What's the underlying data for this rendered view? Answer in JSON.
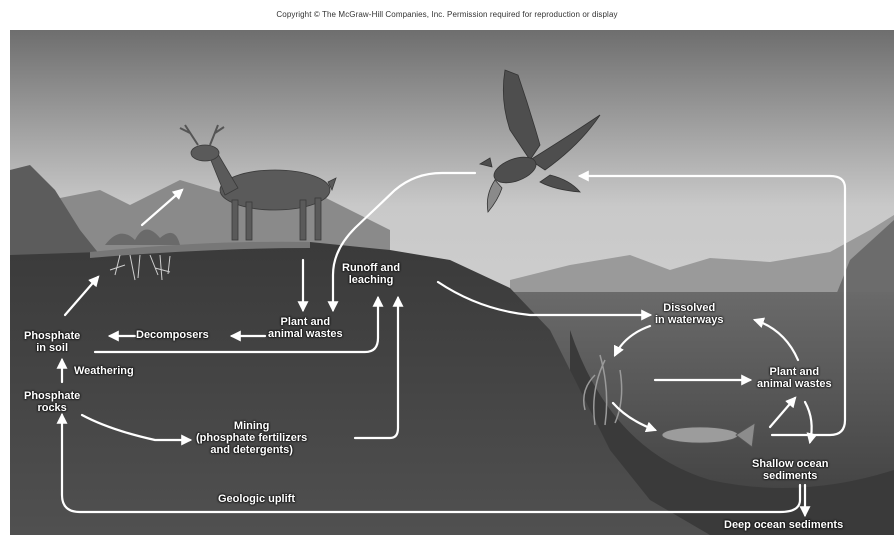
{
  "copyright": "Copyright © The McGraw-Hill Companies, Inc. Permission required for reproduction or display",
  "labels": {
    "runoff": [
      "Runoff and",
      "leaching"
    ],
    "plant_land": [
      "Plant and",
      "animal wastes"
    ],
    "decomposers": "Decomposers",
    "phosphate_soil": [
      "Phosphate",
      "in soil"
    ],
    "weathering": "Weathering",
    "phosphate_rocks": [
      "Phosphate",
      "rocks"
    ],
    "mining": [
      "Mining",
      "(phosphate fertilizers",
      "and detergents)"
    ],
    "geologic": "Geologic uplift",
    "dissolved": [
      "Dissolved",
      "in waterways"
    ],
    "plant_water": [
      "Plant and",
      "animal wastes"
    ],
    "shallow": [
      "Shallow ocean",
      "sediments"
    ],
    "deep": "Deep ocean sediments"
  },
  "icons": [
    "deer-icon",
    "hawk-icon",
    "fish-icon",
    "aquatic-plant-icon",
    "plant-roots-icon"
  ]
}
